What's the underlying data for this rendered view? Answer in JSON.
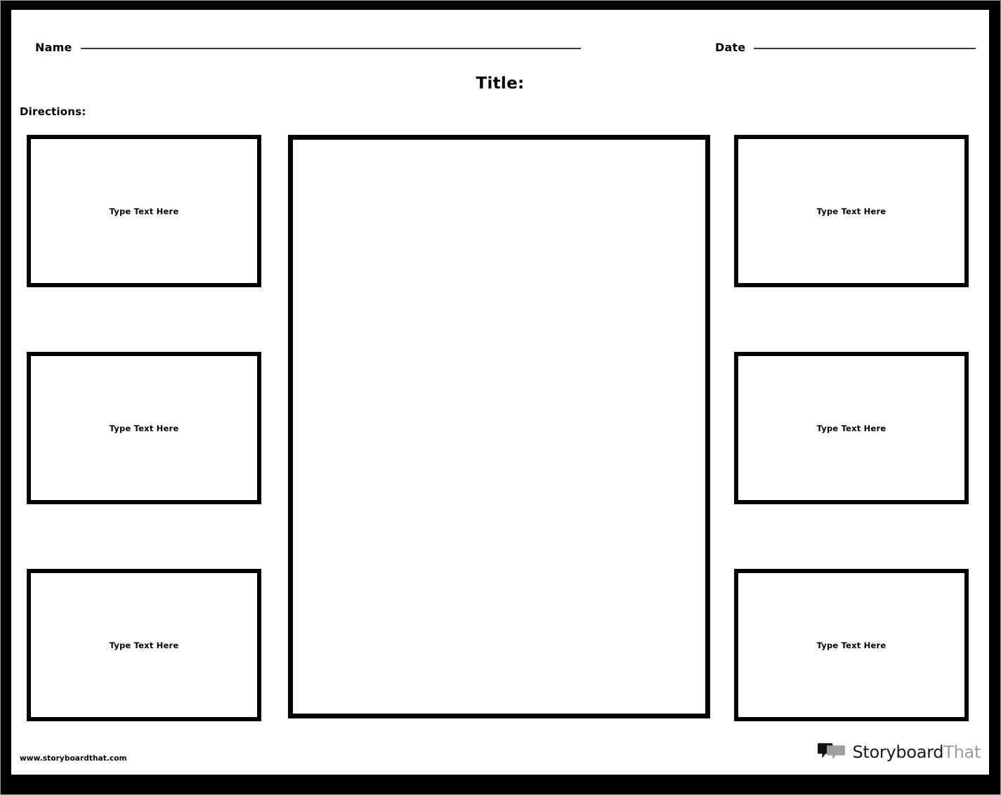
{
  "document": {
    "type": "worksheet-template",
    "orientation": "landscape"
  },
  "header": {
    "name_label": "Name",
    "name_value": "",
    "date_label": "Date",
    "date_value": "",
    "title_label": "Title:",
    "title_value": "",
    "directions_label": "Directions:",
    "directions_value": ""
  },
  "cells": {
    "placeholder": "Type Text Here",
    "left": [
      {
        "id": "left-1",
        "text": "Type Text Here"
      },
      {
        "id": "left-2",
        "text": "Type Text Here"
      },
      {
        "id": "left-3",
        "text": "Type Text Here"
      }
    ],
    "center": {
      "id": "center-main",
      "text": ""
    },
    "right": [
      {
        "id": "right-1",
        "text": "Type Text Here"
      },
      {
        "id": "right-2",
        "text": "Type Text Here"
      },
      {
        "id": "right-3",
        "text": "Type Text Here"
      }
    ]
  },
  "footer": {
    "site_url": "www.storyboardthat.com",
    "brand_first": "Storyboard",
    "brand_second": "That"
  },
  "colors": {
    "ink": "#000000",
    "rule": "#3a3a40",
    "brand_dark": "#1a1a1a",
    "brand_gray": "#9b9b9b",
    "page_border": "#000000",
    "paper": "#ffffff"
  },
  "icons": {
    "speech_bubble_back": "speech-bubble-icon",
    "speech_bubble_front": "speech-bubble-icon"
  }
}
